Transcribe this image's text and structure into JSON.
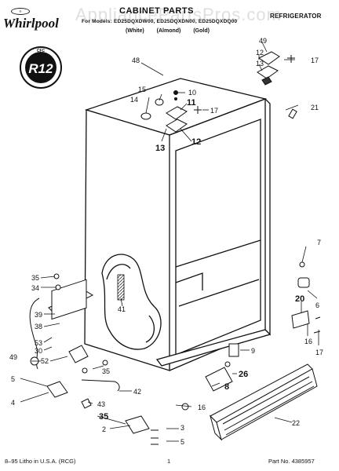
{
  "header": {
    "brand": "Whirlpool",
    "brand_tag": "®",
    "title": "CABINET PARTS",
    "models_line": "For Models: ED25DQXDW00, ED25DQXDN00, ED25DQXDQ00",
    "colors": [
      "(White)",
      "(Almond)",
      "(Gold)"
    ],
    "category": "REFRIGERATOR",
    "watermark": "AppliancePartsPros.com"
  },
  "badge": {
    "line1": "R12",
    "arc_text": "CFC"
  },
  "callouts": [
    "48",
    "49",
    "12",
    "13",
    "17",
    "15",
    "14",
    "10",
    "11",
    "17",
    "13",
    "12",
    "21",
    "7",
    "35",
    "34",
    "41",
    "6",
    "39",
    "38",
    "53",
    "30",
    "20",
    "16",
    "17",
    "9",
    "49",
    "52",
    "26",
    "5",
    "8",
    "35",
    "42",
    "4",
    "43",
    "16",
    "35",
    "2",
    "3",
    "5",
    "22"
  ],
  "footer": {
    "left": "8–95 Litho in U.S.A. (RCG)",
    "page": "1",
    "part_no": "Part No. 4385957"
  }
}
